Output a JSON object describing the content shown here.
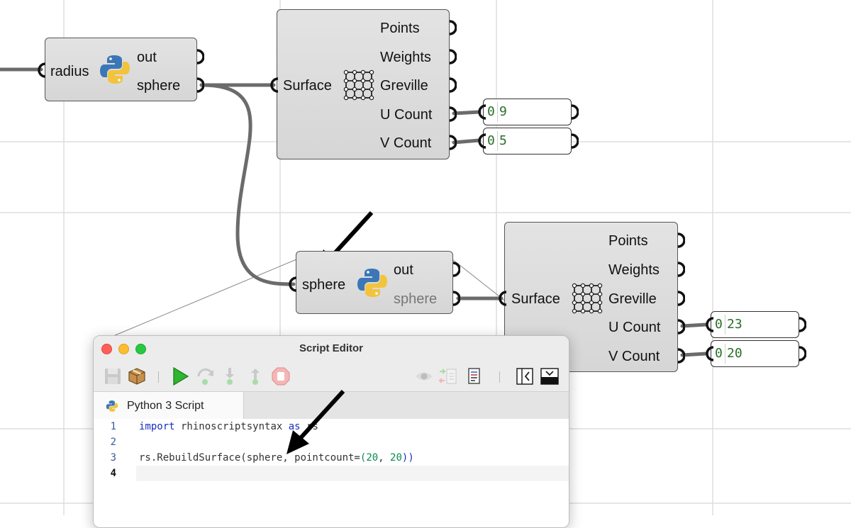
{
  "canvas": {
    "background": "#ffffff",
    "grid_color": "#dedede",
    "wire_color": "#6b6b6b"
  },
  "python_node_1": {
    "input_label": "radius",
    "outputs": [
      "out",
      "sphere"
    ]
  },
  "rebuild_node_1": {
    "input_label": "Surface",
    "outputs": [
      "Points",
      "Weights",
      "Greville",
      "U Count",
      "V Count"
    ]
  },
  "panels_1": {
    "u_count": {
      "index": "0",
      "value": "9"
    },
    "v_count": {
      "index": "0",
      "value": "5"
    }
  },
  "python_node_2": {
    "input_label": "sphere",
    "outputs": [
      "out",
      "sphere"
    ]
  },
  "rebuild_node_2": {
    "input_label": "Surface",
    "outputs": [
      "Points",
      "Weights",
      "Greville",
      "U Count",
      "V Count"
    ]
  },
  "panels_2": {
    "u_count": {
      "index": "0",
      "value": "23"
    },
    "v_count": {
      "index": "0",
      "value": "20"
    }
  },
  "script_editor": {
    "title": "Script Editor",
    "tab_label": "Python 3 Script",
    "line_numbers": [
      "1",
      "2",
      "3",
      "4"
    ],
    "line1": {
      "kw_import": "import",
      "module": " rhinoscriptsyntax ",
      "kw_as": "as",
      "alias": " rs"
    },
    "line3": {
      "call": "rs.RebuildSurface(sphere, pointcount=",
      "open": "(",
      "n1": "20",
      "comma": ", ",
      "n2": "20",
      "close": "))"
    },
    "toolbar_icons": [
      "save-icon",
      "package-icon",
      "run-icon",
      "step-over-icon",
      "step-into-icon",
      "step-out-icon",
      "stop-icon",
      "watch-icon",
      "compare-icon",
      "document-icon",
      "collapse-panel-icon",
      "toggle-console-icon"
    ],
    "traffic_light_colors": [
      "#ff5f57",
      "#febc2e",
      "#28c840"
    ]
  }
}
